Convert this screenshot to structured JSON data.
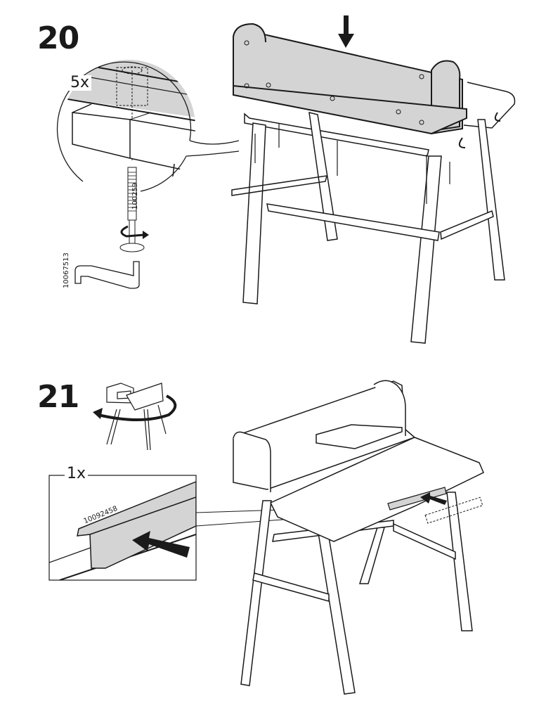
{
  "document": {
    "type": "assembly-instructions",
    "steps": [
      {
        "number": "20",
        "detail": {
          "quantity": "5x",
          "parts": [
            {
              "id": "100259",
              "name": "screw"
            },
            {
              "id": "10067513",
              "name": "allen-key"
            }
          ],
          "action": "rotate clockwise"
        },
        "main_action": "place hutch onto desk frame (downward arrow), fasten screws from below"
      },
      {
        "number": "21",
        "orientation_hint": "rotate desk",
        "detail": {
          "quantity": "1x",
          "parts": [
            {
              "id": "10092458",
              "name": "edge-profile"
            }
          ]
        },
        "main_action": "slide edge profile onto front edge of desk (arrow)"
      }
    ]
  },
  "colors": {
    "line": "#1a1a1a",
    "panel_gray": "#d4d4d4",
    "background": "#ffffff"
  }
}
